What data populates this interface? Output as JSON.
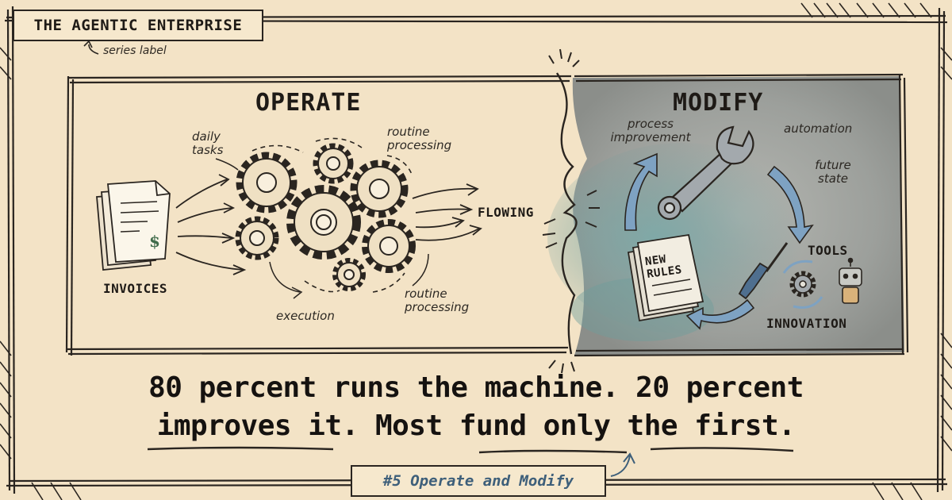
{
  "series": {
    "label": "THE AGENTIC ENTERPRISE",
    "note": "series label"
  },
  "operate": {
    "title": "OPERATE",
    "notes": {
      "daily_tasks": "daily tasks",
      "routine_top": "routine processing",
      "execution": "execution",
      "routine_bottom": "routine processing"
    },
    "invoices": "INVOICES",
    "flowing": "FLOWING",
    "currency_glyph": "$"
  },
  "modify": {
    "title": "MODIFY",
    "notes": {
      "process_improvement": "process improvement",
      "automation": "automation",
      "future_state": "future state"
    },
    "new_rules": "NEW RULES",
    "tools": "TOOLS",
    "innovation": "INNOVATION"
  },
  "headline": {
    "line1": "80 percent runs the machine. 20 percent",
    "line2": "improves it. Most fund only the first."
  },
  "episode": {
    "label": "#5 Operate and Modify"
  },
  "colors": {
    "paper": "#f3e3c6",
    "ink": "#1e1a16",
    "accent_blue": "#6e94b6",
    "gray_wash": "#8a8e8c",
    "teal_wash": "#5f8e8c"
  }
}
